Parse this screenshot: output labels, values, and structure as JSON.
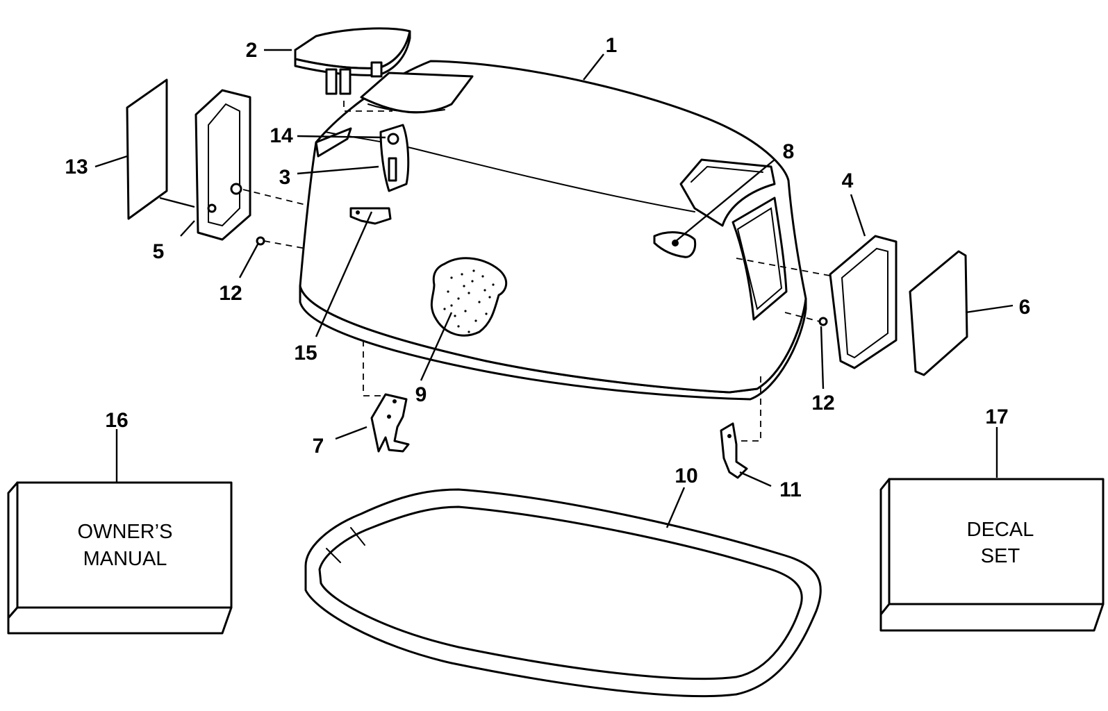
{
  "callouts": {
    "c1": "1",
    "c2": "2",
    "c3": "3",
    "c4": "4",
    "c5": "5",
    "c6": "6",
    "c7": "7",
    "c8": "8",
    "c9": "9",
    "c10": "10",
    "c11": "11",
    "c12a": "12",
    "c12b": "12",
    "c13": "13",
    "c14": "14",
    "c15": "15",
    "c16": "16",
    "c17": "17"
  },
  "boxes": {
    "owners_manual": {
      "line1": "OWNER’S",
      "line2": "MANUAL"
    },
    "decal_set": {
      "line1": "DECAL",
      "line2": "SET"
    }
  }
}
